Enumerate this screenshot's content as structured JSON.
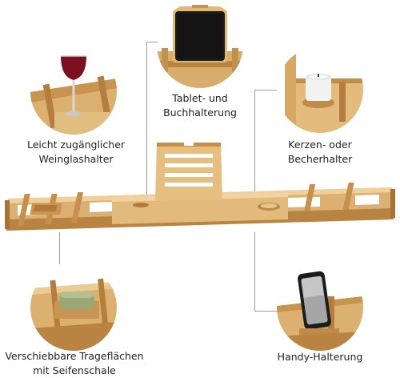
{
  "callouts": {
    "wine": {
      "line1": "Leicht zugänglicher",
      "line2": "Weinglashalter"
    },
    "tablet": {
      "line1": "Tablet- und",
      "line2": "Buchhalterung"
    },
    "candle": {
      "line1": "Kerzen- oder",
      "line2": "Becherhalter"
    },
    "soap": {
      "line1": "Verschiebbare Trageflächen",
      "line2": "mit Seifenschale"
    },
    "phone": {
      "line1": "Handy-Halterung",
      "line2": ""
    }
  },
  "colors": {
    "bamboo_light": "#e9c48a",
    "bamboo_mid": "#d4a463",
    "bamboo_dark": "#a87436",
    "wine": "#7a1020",
    "device": "#1c1c1c"
  }
}
